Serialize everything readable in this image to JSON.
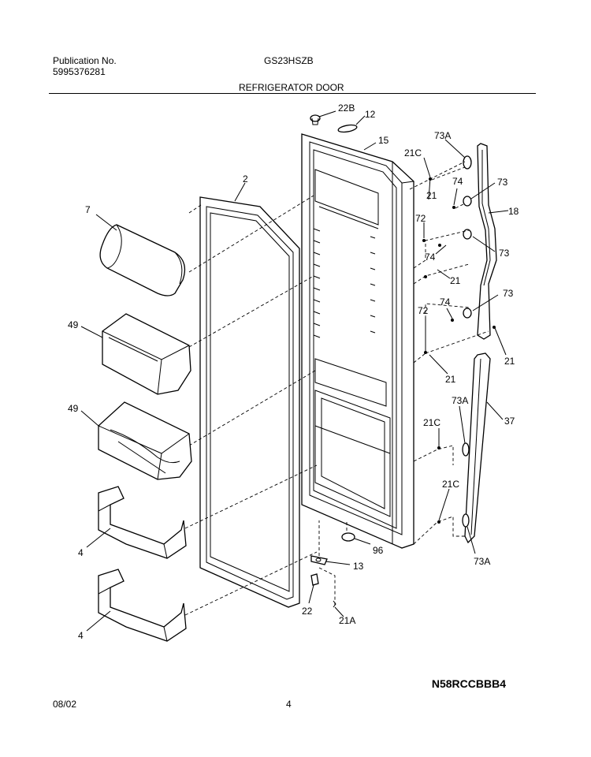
{
  "header": {
    "publication_label": "Publication No.",
    "publication_number": "5995376281",
    "model": "GS23HSZB",
    "section_title": "REFRIGERATOR DOOR"
  },
  "footer": {
    "date": "08/02",
    "page": "4",
    "drawing_code": "N58RCCBBB4"
  },
  "callouts": {
    "c22b": "22B",
    "c12": "12",
    "c15": "15",
    "c2": "2",
    "c7": "7",
    "c49a": "49",
    "c49b": "49",
    "c4a": "4",
    "c4b": "4",
    "c73a_top": "73A",
    "c21c_top": "21C",
    "c74a": "74",
    "c73_1": "73",
    "c18": "18",
    "c21_1": "21",
    "c72a": "72",
    "c74b": "74",
    "c73_2": "73",
    "c21_2": "21",
    "c72b": "72",
    "c74c": "74",
    "c73_3": "73",
    "c21_3": "21",
    "c21_4": "21",
    "c73a_mid": "73A",
    "c37": "37",
    "c21c_mid": "21C",
    "c21c_bot": "21C",
    "c73a_bot": "73A",
    "c96": "96",
    "c13": "13",
    "c22": "22",
    "c21a": "21A"
  }
}
